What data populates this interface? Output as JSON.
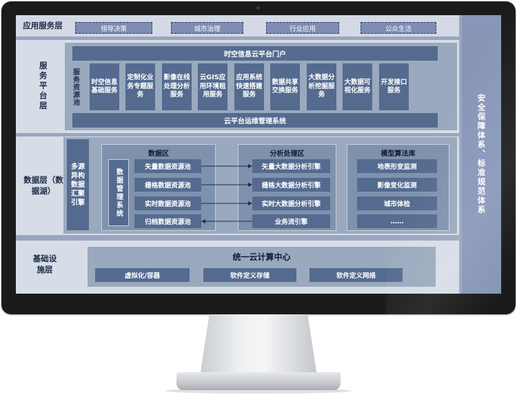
{
  "app_layer": {
    "label": "应用服务层",
    "items": [
      "领导决策",
      "城市治理",
      "行业应用",
      "公众生活"
    ]
  },
  "service_layer": {
    "label": "服务平台层",
    "pool_label": "服务资源池",
    "portal": "时空信息云平台门户",
    "services": [
      "时空信息基础服务",
      "定制化业务专题服务",
      "影像在线处理分析服务",
      "云GIS应用环境租用服务",
      "应用系统快速搭建服务",
      "数据共享交换服务",
      "大数据分析挖掘服务",
      "大数据可视化服务",
      "开发接口服务"
    ],
    "ops": "云平台运维管理系统"
  },
  "data_layer": {
    "label": "数据层（数据湖）",
    "ingest": "多源异构数据汇聚引擎",
    "data_zone": {
      "title": "数据区",
      "mgmt": "数据管理系统",
      "items": [
        "矢量数据资源池",
        "栅格数据资源池",
        "实时数据资源池",
        "归档数据资源池"
      ]
    },
    "analysis_zone": {
      "title": "分析处理区",
      "items": [
        "矢量大数据分析引擎",
        "栅格大数据分析引擎",
        "实时大数据分析引擎",
        "业务流引擎"
      ]
    },
    "model_zone": {
      "title": "模型算法库",
      "items": [
        "地表形变监测",
        "影像变化监测",
        "城市体检",
        "……"
      ]
    }
  },
  "infra_layer": {
    "label": "基础设施层",
    "center": "统一云计算中心",
    "items": [
      "虚拟化/容器",
      "软件定义存储",
      "软件定义网络"
    ]
  },
  "side": {
    "label": "安全保障体系、标准规范体系"
  }
}
